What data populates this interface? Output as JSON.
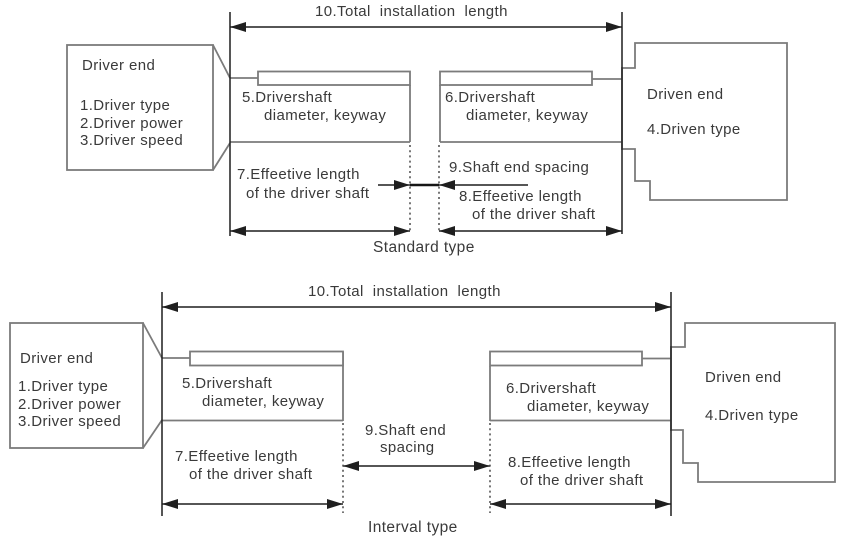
{
  "colors": {
    "dimension_line": "#1f1f1f",
    "shape_line": "#7b7b7b",
    "text": "#3a3a3a",
    "background": "#ffffff"
  },
  "standard": {
    "total_label": "10.Total installation length",
    "driver": {
      "title": "Driver end",
      "items": [
        "1.Driver type",
        "2.Driver power",
        "3.Driver speed"
      ]
    },
    "shaft_left": {
      "line1": "5.Drivershaft",
      "line2": "diameter, keyway"
    },
    "shaft_right": {
      "line1": "6.Drivershaft",
      "line2": "diameter, keyway"
    },
    "eff_left": {
      "line1": "7.Effeetive length",
      "line2": "of the driver shaft"
    },
    "spacing": {
      "line1": "9.Shaft end spacing"
    },
    "eff_right": {
      "line1": "8.Effeetive length",
      "line2": "of the driver shaft"
    },
    "driven": {
      "title": "Driven end",
      "item": "4.Driven type"
    },
    "caption": "Standard type"
  },
  "interval": {
    "total_label": "10.Total installation length",
    "driver": {
      "title": "Driver end",
      "items": [
        "1.Driver type",
        "2.Driver power",
        "3.Driver speed"
      ]
    },
    "shaft_left": {
      "line1": "5.Drivershaft",
      "line2": "diameter, keyway"
    },
    "shaft_right": {
      "line1": "6.Drivershaft",
      "line2": "diameter, keyway"
    },
    "eff_left": {
      "line1": "7.Effeetive length",
      "line2": "of the driver shaft"
    },
    "spacing": {
      "line1": "9.Shaft end",
      "line2": "spacing"
    },
    "eff_right": {
      "line1": "8.Effeetive length",
      "line2": "of the driver shaft"
    },
    "driven": {
      "title": "Driven end",
      "item": "4.Driven type"
    },
    "caption": "Interval type"
  }
}
